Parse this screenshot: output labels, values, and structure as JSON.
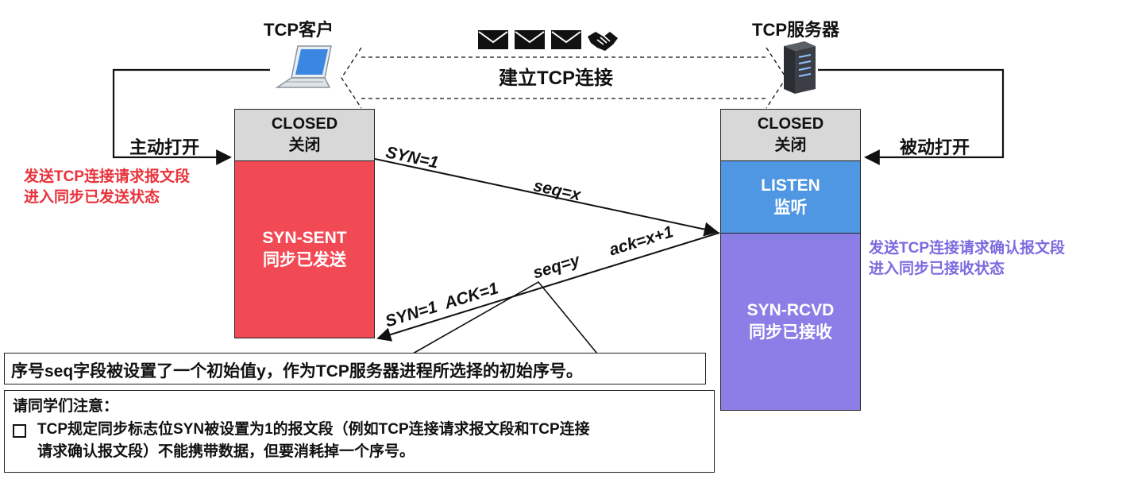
{
  "client": {
    "title": "TCP客户",
    "action_label": "主动打开"
  },
  "server": {
    "title": "TCP服务器",
    "action_label": "被动打开"
  },
  "connection": {
    "label": "建立TCP连接"
  },
  "client_states": {
    "closed_en": "CLOSED",
    "closed_zh": "关闭",
    "syn_sent_en": "SYN-SENT",
    "syn_sent_zh": "同步已发送"
  },
  "server_states": {
    "closed_en": "CLOSED",
    "closed_zh": "关闭",
    "listen_en": "LISTEN",
    "listen_zh": "监听",
    "syn_rcvd_en": "SYN-RCVD",
    "syn_rcvd_zh": "同步已接收"
  },
  "client_note": {
    "line1": "发送TCP连接请求报文段",
    "line2": "进入同步已发送状态"
  },
  "server_note": {
    "line1": "发送TCP连接请求确认报文段",
    "line2": "进入同步已接收状态"
  },
  "segment1": {
    "syn": "SYN=1",
    "seq": "seq=x"
  },
  "segment2": {
    "flags": "SYN=1  ACK=1",
    "seq": "seq=y",
    "ack": "ack=x+1"
  },
  "callout": {
    "text": "序号seq字段被设置了一个初始值y，作为TCP服务器进程所选择的初始序号。"
  },
  "attention": {
    "title": "请同学们注意：",
    "bullet_line1": "TCP规定同步标志位SYN被设置为1的报文段（例如TCP连接请求报文段和TCP连接",
    "bullet_line2": "请求确认报文段）不能携带数据，但要消耗掉一个序号。"
  },
  "icons": [
    "laptop-icon",
    "server-tower-icon",
    "envelope-icon",
    "envelope-icon",
    "envelope-icon",
    "handshake-icon"
  ],
  "colors": {
    "syn_sent": "#f24a55",
    "listen": "#4f97e3",
    "syn_rcvd": "#8b7ee6",
    "client_note": "#e8323c",
    "server_note": "#7b6be0",
    "closed": "#d9d8d8"
  }
}
